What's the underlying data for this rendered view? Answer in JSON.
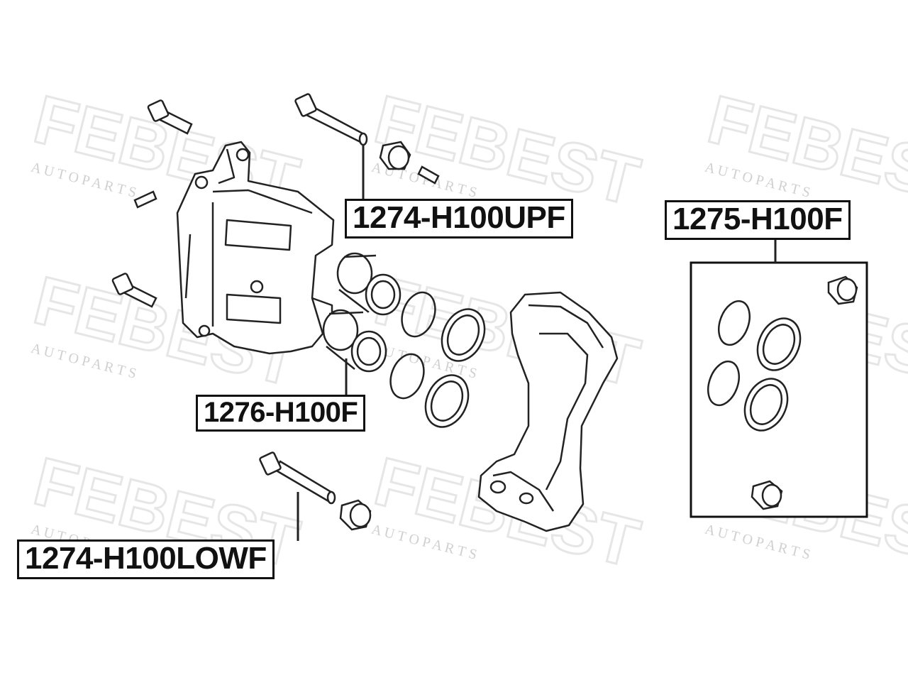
{
  "diagram": {
    "watermark": {
      "brand": "FEBEST",
      "tagline": "A U T O   P A R T S",
      "color": "#e6e6e6"
    },
    "line_color": "#222222",
    "callouts": [
      {
        "id": "upper-guide-pin",
        "label": "1274-H100UPF"
      },
      {
        "id": "repair-kit",
        "label": "1275-H100F"
      },
      {
        "id": "piston",
        "label": "1276-H100F"
      },
      {
        "id": "lower-guide-pin",
        "label": "1274-H100LOWF"
      }
    ],
    "parts": [
      "caliper-housing",
      "caliper-bracket",
      "piston",
      "seal-ring",
      "guide-pin-bolt",
      "bleeder-screw",
      "dust-boot"
    ]
  }
}
